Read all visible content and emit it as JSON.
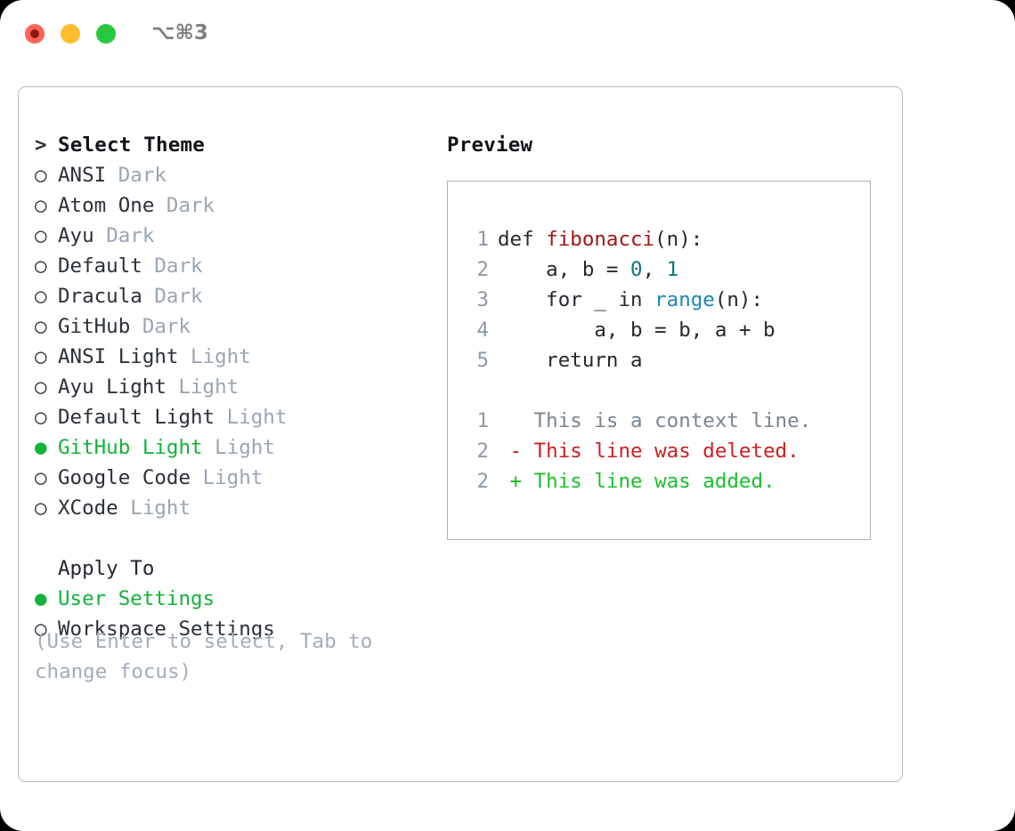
{
  "titlebar": {
    "shortcut": "⌥⌘3",
    "traffic_lights": [
      {
        "name": "close",
        "color": "#ff6259"
      },
      {
        "name": "minimize",
        "color": "#ffbd2e"
      },
      {
        "name": "maximize",
        "color": "#28c840"
      }
    ]
  },
  "theme_picker": {
    "header_marker": ">",
    "header": "Select Theme",
    "radio_off": "○",
    "radio_on": "●",
    "items": [
      {
        "name": "ANSI",
        "suffix": "Dark",
        "selected": false
      },
      {
        "name": "Atom One",
        "suffix": "Dark",
        "selected": false
      },
      {
        "name": "Ayu",
        "suffix": "Dark",
        "selected": false
      },
      {
        "name": "Default",
        "suffix": "Dark",
        "selected": false
      },
      {
        "name": "Dracula",
        "suffix": "Dark",
        "selected": false
      },
      {
        "name": "GitHub",
        "suffix": "Dark",
        "selected": false
      },
      {
        "name": "ANSI Light",
        "suffix": "Light",
        "selected": false
      },
      {
        "name": "Ayu Light",
        "suffix": "Light",
        "selected": false
      },
      {
        "name": "Default Light",
        "suffix": "Light",
        "selected": false
      },
      {
        "name": "GitHub Light",
        "suffix": "Light",
        "selected": true
      },
      {
        "name": "Google Code",
        "suffix": "Light",
        "selected": false
      },
      {
        "name": "XCode",
        "suffix": "Light",
        "selected": false
      }
    ]
  },
  "apply_to": {
    "header": "Apply To",
    "items": [
      {
        "name": "User Settings",
        "selected": true
      },
      {
        "name": "Workspace Settings",
        "selected": false
      }
    ]
  },
  "hint": "(Use Enter to select, Tab to change focus)",
  "preview": {
    "title": "Preview",
    "code_lines": [
      {
        "no": "1",
        "segments": [
          {
            "t": "def ",
            "k": "plain"
          },
          {
            "t": "fibonacci",
            "k": "func"
          },
          {
            "t": "(n):",
            "k": "plain"
          }
        ]
      },
      {
        "no": "2",
        "segments": [
          {
            "t": "    a, b = ",
            "k": "plain"
          },
          {
            "t": "0",
            "k": "num"
          },
          {
            "t": ", ",
            "k": "plain"
          },
          {
            "t": "1",
            "k": "num"
          }
        ]
      },
      {
        "no": "3",
        "segments": [
          {
            "t": "    for _ in ",
            "k": "plain"
          },
          {
            "t": "range",
            "k": "call"
          },
          {
            "t": "(n):",
            "k": "plain"
          }
        ]
      },
      {
        "no": "4",
        "segments": [
          {
            "t": "        a, b = b, a + b",
            "k": "plain"
          }
        ]
      },
      {
        "no": "5",
        "segments": [
          {
            "t": "    return a",
            "k": "plain"
          }
        ]
      },
      {
        "no": "",
        "segments": [
          {
            "t": " ",
            "k": "plain"
          }
        ]
      },
      {
        "no": "1",
        "segments": [
          {
            "t": "   This is a context line.",
            "k": "ctx"
          }
        ]
      },
      {
        "no": "2",
        "segments": [
          {
            "t": " - This line was deleted.",
            "k": "del"
          }
        ]
      },
      {
        "no": "2",
        "segments": [
          {
            "t": " + This line was added.",
            "k": "add"
          }
        ]
      }
    ]
  },
  "colors": {
    "accent_green": "#12b33a",
    "suffix_gray": "#9aa6b2",
    "hint_gray": "#a3adba",
    "border": "#b3bcc7",
    "diff_add": "#18c02a",
    "diff_del": "#cc1f1f",
    "syntax_func": "#a31515",
    "syntax_num": "#0b7a6e",
    "syntax_call": "#1a86b8"
  }
}
